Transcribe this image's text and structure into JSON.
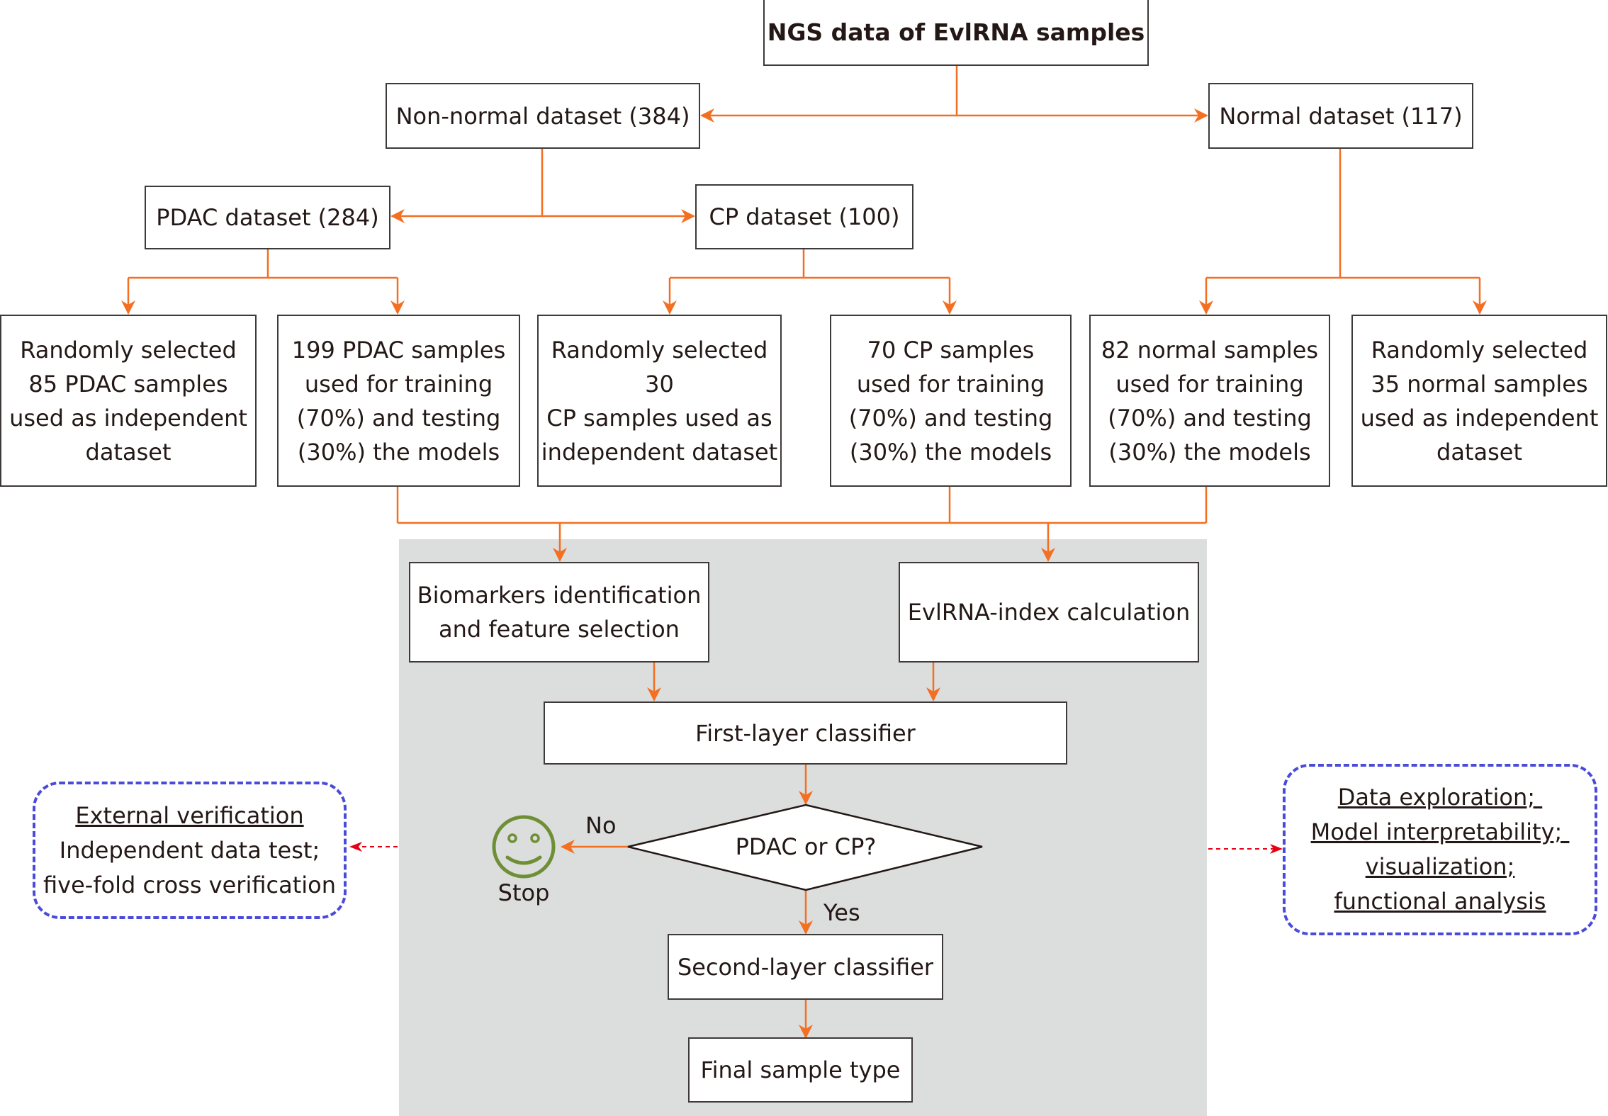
{
  "diagram": {
    "title": "NGS data of EvlRNA samples",
    "level1": {
      "non_normal": "Non-normal dataset (384)",
      "normal": "Normal dataset (117)"
    },
    "level2": {
      "pdac": "PDAC dataset (284)",
      "cp": "CP dataset (100)"
    },
    "splits": [
      {
        "lines": [
          "Randomly selected",
          "85 PDAC samples",
          "used as independent",
          "dataset"
        ]
      },
      {
        "lines": [
          "199 PDAC samples",
          "used for training",
          "(70%) and testing",
          "(30%) the models"
        ]
      },
      {
        "lines": [
          "Randomly selected 30",
          "CP samples used as",
          "independent dataset"
        ]
      },
      {
        "lines": [
          "70 CP samples",
          "used for training",
          "(70%) and testing",
          "(30%) the models"
        ]
      },
      {
        "lines": [
          "82 normal samples",
          "used for training",
          "(70%) and testing",
          "(30%) the models"
        ]
      },
      {
        "lines": [
          "Randomly selected",
          "35 normal samples",
          "used as independent",
          "dataset"
        ]
      }
    ],
    "processing": {
      "biomarkers": [
        "Biomarkers identification",
        "and feature selection"
      ],
      "index": "EvlRNA-index calculation",
      "first_classifier": "First-layer classifier",
      "decision": "PDAC or CP?",
      "no_label": "No",
      "yes_label": "Yes",
      "stop_label": "Stop",
      "second_classifier": "Second-layer classifier",
      "final": "Final sample type"
    },
    "external": {
      "heading": "External verification",
      "lines": [
        "Independent data test;",
        "five-fold cross verification"
      ]
    },
    "analysis": {
      "lines": [
        "Data exploration; ",
        "Model interpretability; ",
        "visualization;",
        "functional analysis"
      ]
    },
    "colors": {
      "arrow": "#f36f21",
      "dashed_border": "#4a4adb",
      "dotted_arrow": "#e60012",
      "smiley": "#6f8f35",
      "panel": "#dcdddd",
      "box_border": "#3e3a39"
    }
  }
}
